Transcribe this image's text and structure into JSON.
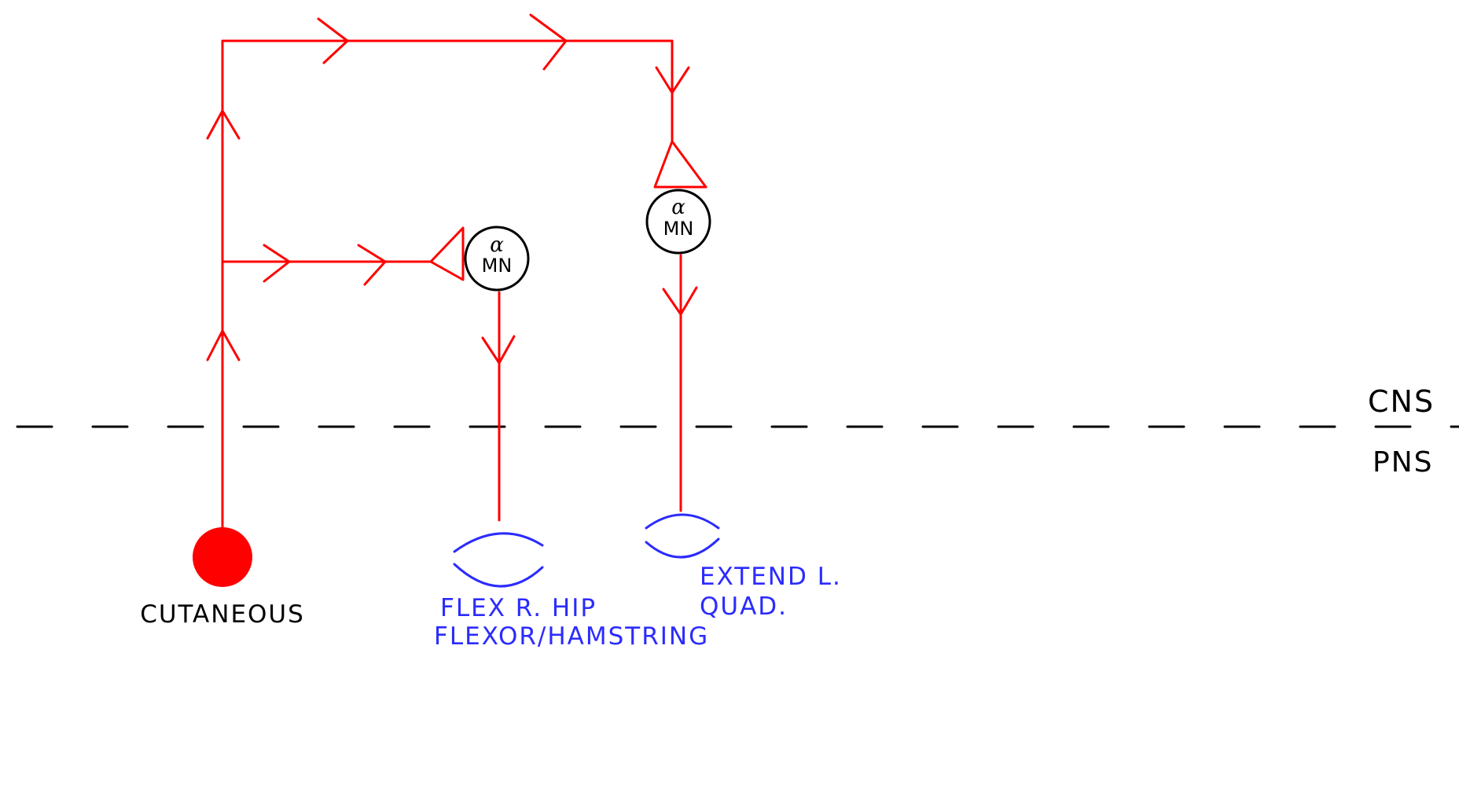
{
  "colors": {
    "pathway": "#ff0000",
    "muscle": "#2b2bff",
    "ink": "#000000",
    "background": "#ffffff"
  },
  "labels": {
    "receptor": "CUTANEOUS",
    "flexor_line1": "FLEX R. HIP",
    "flexor_line2": "FLEXOR/HAMSTRING",
    "extensor_line1": "EXTEND L.",
    "extensor_line2": "QUAD.",
    "cns": "CNS",
    "pns": "PNS"
  },
  "motor_neurons": [
    {
      "symbol": "α",
      "abbrev": "MN"
    },
    {
      "symbol": "α",
      "abbrev": "MN"
    }
  ]
}
